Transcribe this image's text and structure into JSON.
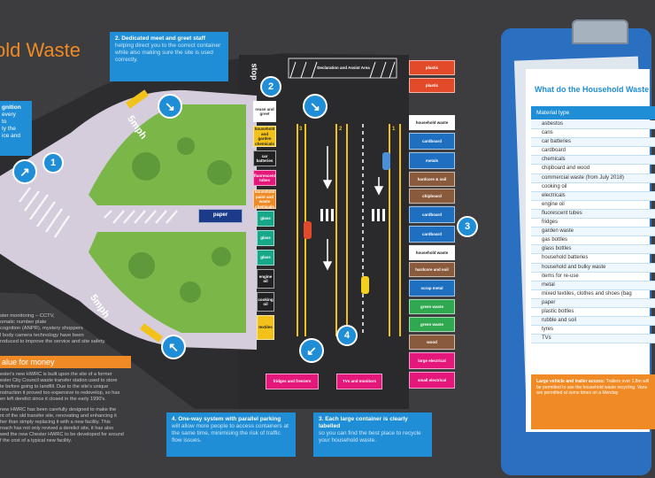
{
  "title": "old Waste",
  "callouts": {
    "c1": {
      "number": "1",
      "heading": "gnition",
      "lines": [
        "every",
        "to",
        "ty the",
        "ice and"
      ]
    },
    "c2": {
      "number": "2",
      "heading": "2.  Dedicated meet and greet staff",
      "body": "helping direct you to the correct container while also making sure the site is used correctly."
    },
    "c3": {
      "number": "3"
    },
    "c4": {
      "number": "4",
      "heading": "4.  One-way system with parallel parking",
      "body": "will allow more people to access containers at the same time, minimising the risk of traffic flow issues."
    },
    "c5": {
      "heading": "3.  Each large container is clearly labelled",
      "body": "so you can find the best place to recycle your household waste."
    }
  },
  "road_labels": {
    "speed_top": "5mph",
    "speed_bottom": "5mph",
    "stop": "stop",
    "declaration": "Declaration and Assist Area"
  },
  "left_text": {
    "security_lines": [
      "ster monitoring – CCTV,",
      "omatic number plate",
      "cognition (ANPR), mystery shoppers",
      "l body camera technology have been",
      "roduced to improve the service and site safety."
    ],
    "value_heading": "alue for money",
    "value_body": [
      "ester's new HWRC is built upon the site of a former",
      "ester City Council waste transfer station used to store",
      "te before going to landfill. Due to the site's unique",
      "nstruction it proved too expensive to redevelop, so has",
      "en left derelict since it closed in the early 1990's.",
      "",
      "new HWRC has been carefully designed to make the",
      "nt of the old transfer site, renovating and enhancing it",
      "her than simply replacing it with a new facility. This",
      "roach has not only revived a derelict site, it has also",
      "wed the new Chester HWRC to be developed for around",
      "f the cost of a typical new facility."
    ]
  },
  "containers": {
    "inner": [
      "reuse and greet",
      "household and garden chemicals",
      "car batteries",
      "fluorescent tubes",
      "household paint and waste chemicals",
      "glass",
      "glass",
      "glass",
      "engine oil",
      "cooking oil",
      "textiles"
    ],
    "paper": "paper",
    "right": [
      "plastic",
      "plastic",
      "household waste",
      "cardboard",
      "metals",
      "hardcore & soil",
      "chipboard",
      "cardboard",
      "cardboard",
      "household waste",
      "hardcore and soil",
      "scrap metal",
      "green waste",
      "green waste",
      "wood",
      "large electrical",
      "small electrical"
    ],
    "bottom": [
      "fridges and freezers",
      "TVs and monitors"
    ]
  },
  "lane_numbers": [
    "3",
    "2",
    "1"
  ],
  "materials": {
    "heading": "What do the Household Waste",
    "column": "Material type",
    "items": [
      "asbestos",
      "cans",
      "car batteries",
      "cardboard",
      "chemicals",
      "chipboard and wood",
      "commercial waste (from July 2018)",
      "cooking oil",
      "electricals",
      "engine oil",
      "fluorescent tubes",
      "fridges",
      "garden waste",
      "gas bottles",
      "glass bottles",
      "household batteries",
      "household and bulky waste",
      "items for re-use",
      "metal",
      "mixed textiles, clothes and shoes (bag",
      "paper",
      "plastic bottles",
      "rubble and soil",
      "tyres",
      "TVs"
    ],
    "footer_bold": "Large vehicle and trailer access:",
    "footer": "Trailers over 1.8m will be permitted to use the household waste recycling. Vans are permitted at some times on a Monday"
  },
  "colors": {
    "bg": "#3d3d3f",
    "accent_blue": "#1f8ed6",
    "accent_orange": "#f08a24",
    "grass": "#7ab648",
    "navy": "#1b3a8a",
    "magenta": "#e5177b"
  }
}
